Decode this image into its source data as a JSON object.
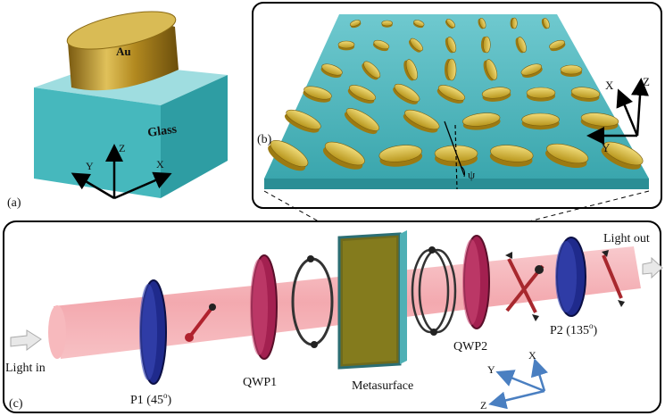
{
  "panel_a": {
    "label": "(a)",
    "particle_label": "Au",
    "substrate_label": "Glass",
    "axes": {
      "x": "X",
      "y": "Y",
      "z": "Z"
    }
  },
  "panel_b": {
    "label": "(b)",
    "angle_label": "ψ",
    "axes": {
      "x": "X",
      "y": "Y",
      "z": "Z"
    }
  },
  "panel_c": {
    "label": "(c)",
    "input_label": "Light in",
    "output_label": "Light out",
    "components": {
      "p1": "P1 (45",
      "qwp1": "QWP1",
      "metasurface": "Metasurface",
      "qwp2": "QWP2",
      "p2": "P2 (135"
    },
    "degree_mark": "o",
    "close_paren": ")",
    "axes": {
      "x": "X",
      "y": "Y",
      "z": "Z"
    }
  },
  "colors": {
    "glass": "#3fb3b8",
    "gold": "#c9a227",
    "beam": "#f4a8ad",
    "polarizer_blue": "#1f2a8c",
    "waveplate": "#b0224e",
    "axis_blue": "#4a7fc1"
  }
}
